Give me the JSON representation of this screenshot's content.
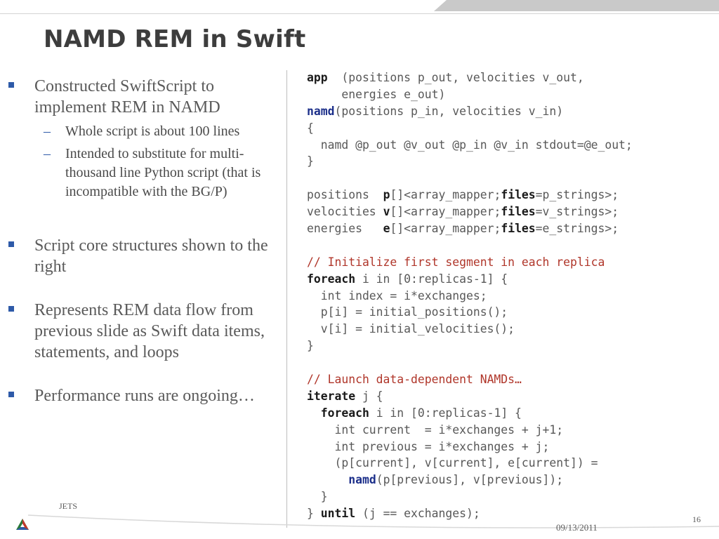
{
  "slide": {
    "title": "NAMD REM in Swift",
    "bullets": [
      {
        "text": "Constructed SwiftScript to implement REM in NAMD",
        "subs": [
          "Whole script is about 100 lines",
          "Intended to substitute for multi-thousand line Python script (that is incompatible with the BG/P)"
        ]
      },
      {
        "text": "Script core structures shown to the right",
        "subs": []
      },
      {
        "text": "Represents REM data flow from previous slide as Swift data items, statements, and loops",
        "subs": []
      },
      {
        "text": "Performance runs are ongoing…",
        "subs": []
      }
    ],
    "code_lines": [
      [
        [
          "kw",
          "app"
        ],
        [
          "",
          "  (positions p_out, velocities v_out,"
        ]
      ],
      [
        [
          "",
          "     energies e_out)"
        ]
      ],
      [
        [
          "fn",
          "namd"
        ],
        [
          "",
          "(positions p_in, velocities v_in)"
        ]
      ],
      [
        [
          "",
          "{"
        ]
      ],
      [
        [
          "",
          "  namd @p_out @v_out @p_in @v_in stdout=@e_out;"
        ]
      ],
      [
        [
          "",
          "}"
        ]
      ],
      [
        [
          "",
          ""
        ]
      ],
      [
        [
          "",
          "positions  "
        ],
        [
          "kw",
          "p"
        ],
        [
          "",
          "[]<array_mapper;"
        ],
        [
          "kw",
          "files"
        ],
        [
          "",
          "=p_strings>;"
        ]
      ],
      [
        [
          "",
          "velocities "
        ],
        [
          "kw",
          "v"
        ],
        [
          "",
          "[]<array_mapper;"
        ],
        [
          "kw",
          "files"
        ],
        [
          "",
          "=v_strings>;"
        ]
      ],
      [
        [
          "",
          "energies   "
        ],
        [
          "kw",
          "e"
        ],
        [
          "",
          "[]<array_mapper;"
        ],
        [
          "kw",
          "files"
        ],
        [
          "",
          "=e_strings>;"
        ]
      ],
      [
        [
          "",
          ""
        ]
      ],
      [
        [
          "cm",
          "// Initialize first segment in each replica"
        ]
      ],
      [
        [
          "kw",
          "foreach"
        ],
        [
          "",
          " i in [0:replicas-1] {"
        ]
      ],
      [
        [
          "",
          "  int index = i*exchanges;"
        ]
      ],
      [
        [
          "",
          "  p[i] = initial_positions();"
        ]
      ],
      [
        [
          "",
          "  v[i] = initial_velocities();"
        ]
      ],
      [
        [
          "",
          "}"
        ]
      ],
      [
        [
          "",
          ""
        ]
      ],
      [
        [
          "cm",
          "// Launch data-dependent NAMDs…"
        ]
      ],
      [
        [
          "kw",
          "iterate"
        ],
        [
          "",
          " j {"
        ]
      ],
      [
        [
          "",
          "  "
        ],
        [
          "kw",
          "foreach"
        ],
        [
          "",
          " i in [0:replicas-1] {"
        ]
      ],
      [
        [
          "",
          "    int current  = i*exchanges + j+1;"
        ]
      ],
      [
        [
          "",
          "    int previous = i*exchanges + j;"
        ]
      ],
      [
        [
          "",
          "    (p[current], v[current], e[current]) ="
        ]
      ],
      [
        [
          "",
          "      "
        ],
        [
          "fn",
          "namd"
        ],
        [
          "",
          "(p[previous], v[previous]);"
        ]
      ],
      [
        [
          "",
          "  }"
        ]
      ],
      [
        [
          "",
          "} "
        ],
        [
          "kw",
          "until"
        ],
        [
          "",
          " (j == exchanges);"
        ]
      ]
    ],
    "footer": {
      "left": "JETS",
      "date": "09/13/2011",
      "page": "16"
    },
    "colors": {
      "bullet_marker": "#2e5aa8",
      "code_function": "#1c2f8a",
      "code_comment": "#b0362a"
    },
    "icons": [
      "argonne-logo-icon"
    ]
  }
}
